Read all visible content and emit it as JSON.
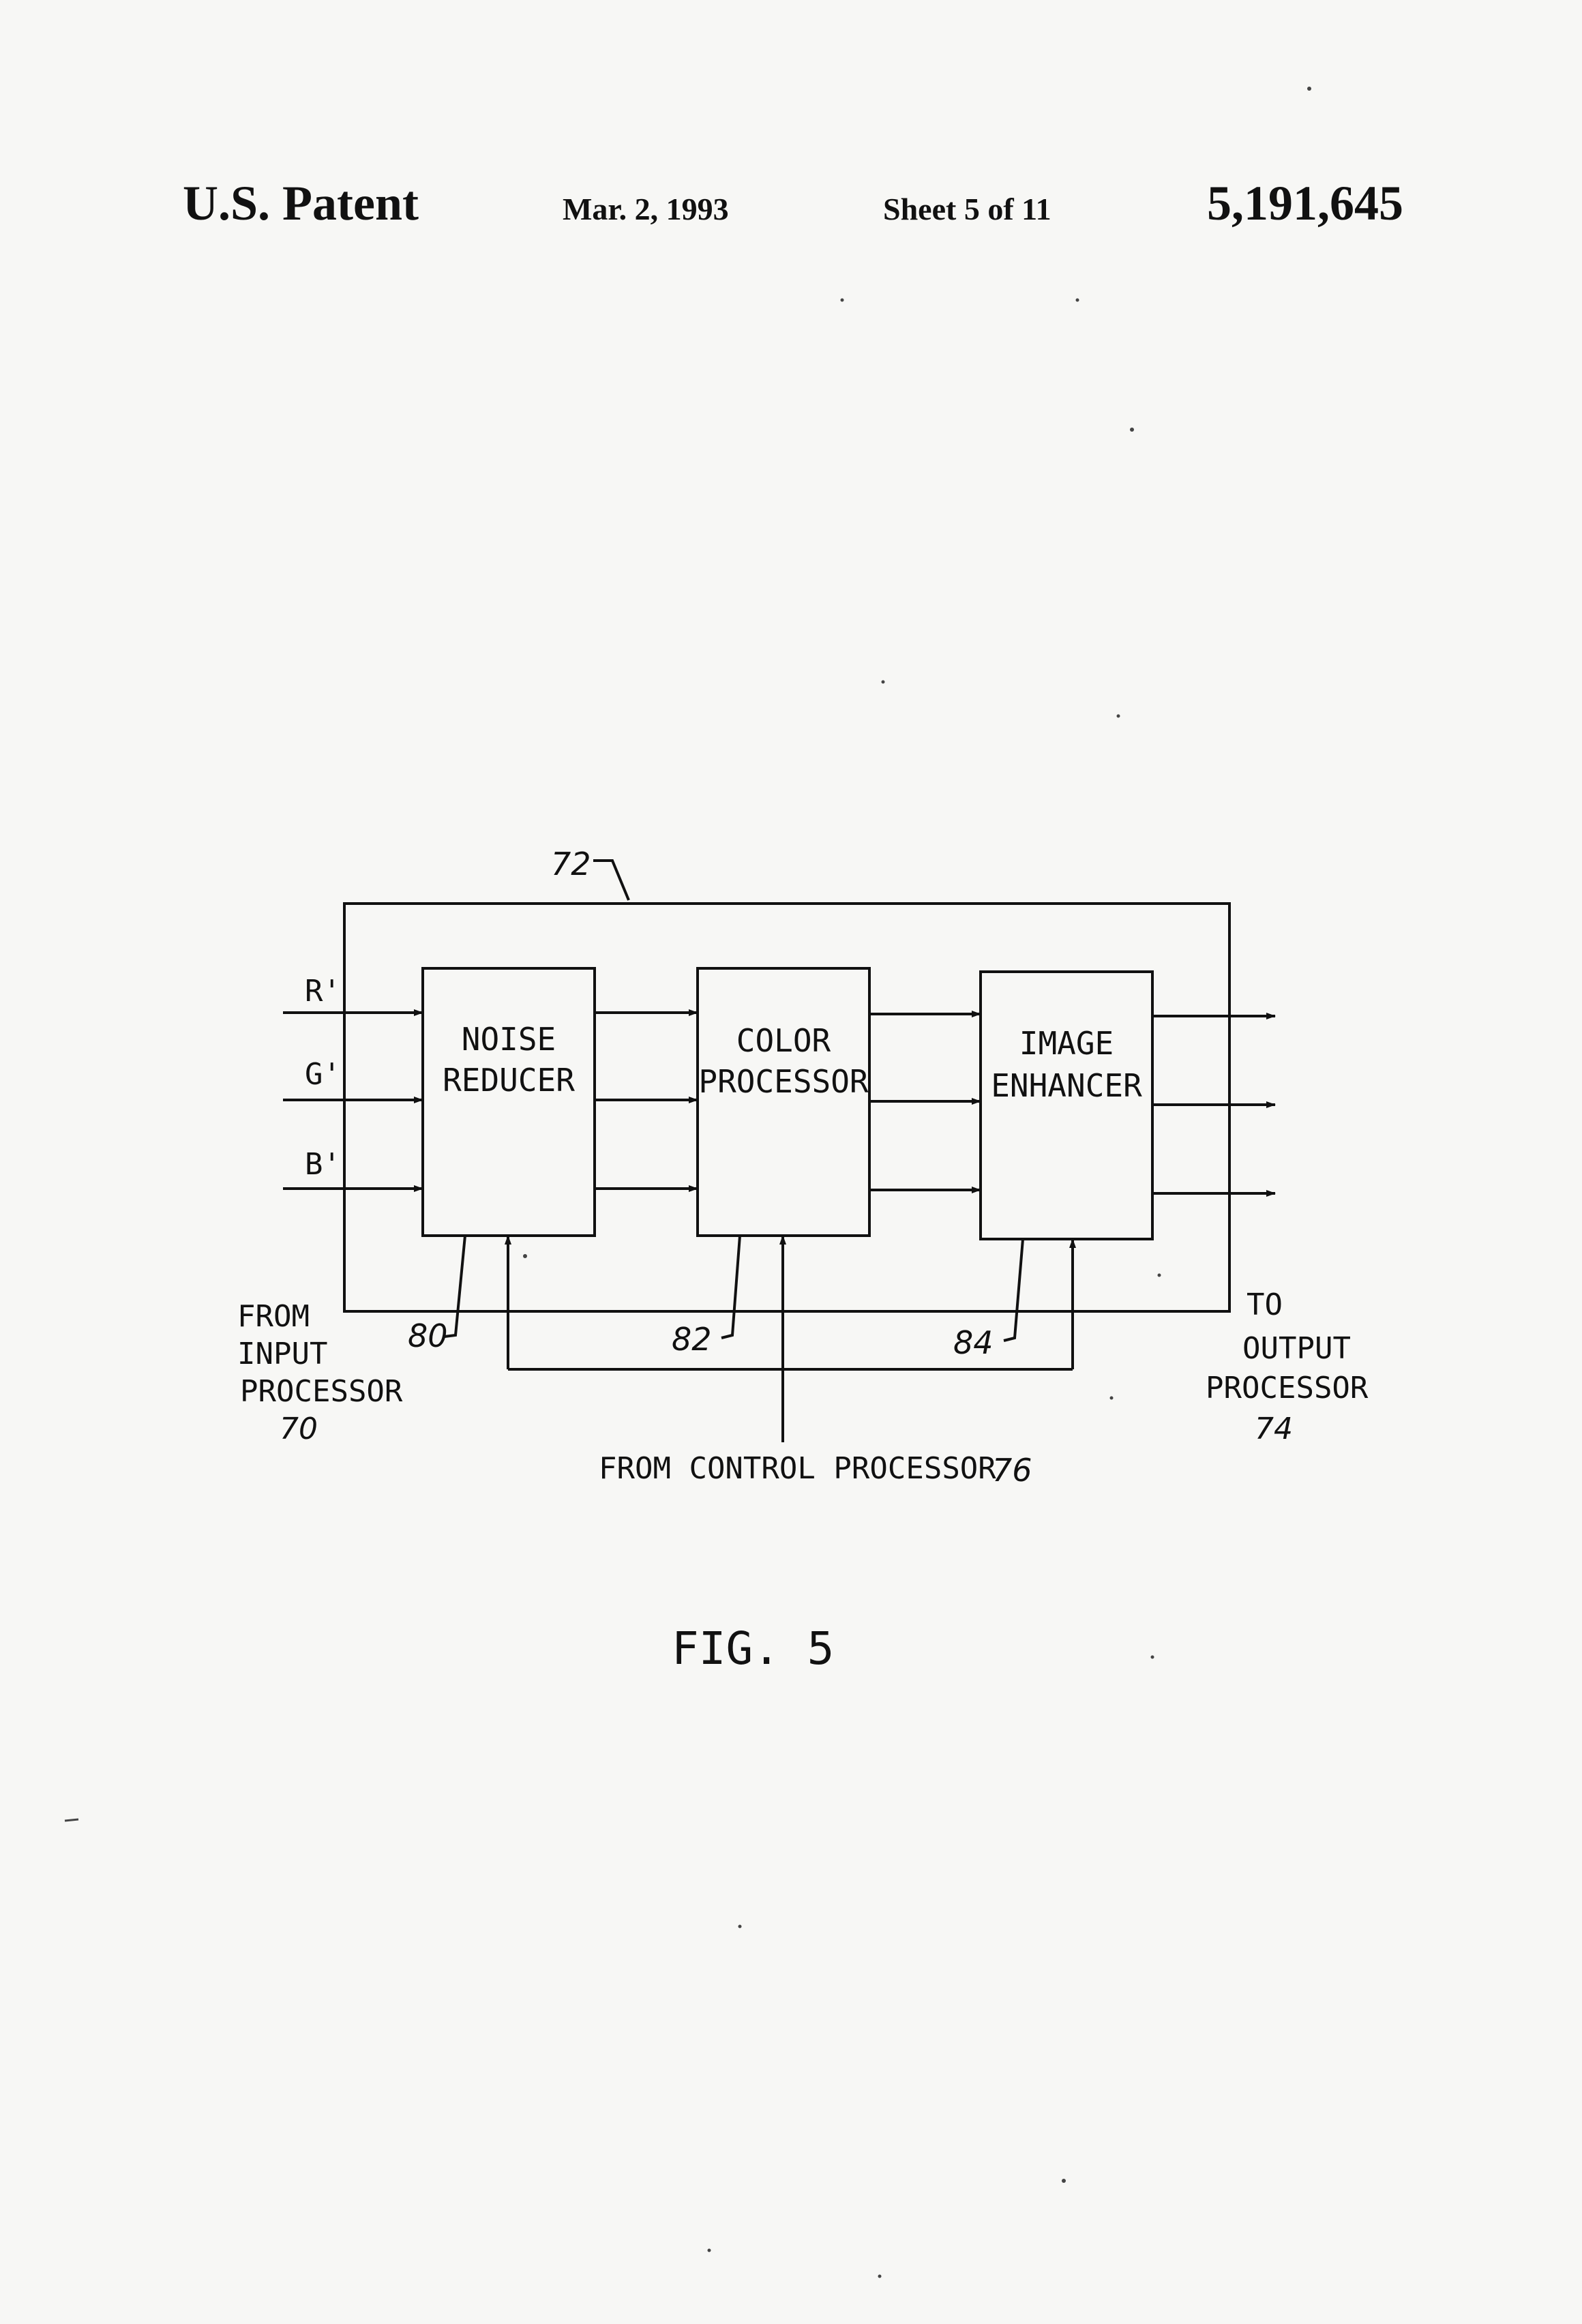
{
  "header": {
    "title": "U.S. Patent",
    "date": "Mar. 2, 1993",
    "sheet": "Sheet 5 of 11",
    "patent_number": "5,191,645"
  },
  "diagram": {
    "system_ref": "72",
    "inputs": [
      "R'",
      "G'",
      "B'"
    ],
    "blocks": [
      {
        "line1": "NOISE",
        "line2": "REDUCER",
        "ref": "80"
      },
      {
        "line1": "COLOR",
        "line2": "PROCESSOR",
        "ref": "82"
      },
      {
        "line1": "IMAGE",
        "line2": "ENHANCER",
        "ref": "84"
      }
    ],
    "input_source": {
      "line1": "FROM",
      "line2": "INPUT",
      "line3": "PROCESSOR",
      "ref": "70"
    },
    "output_dest": {
      "line1": "TO",
      "line2": "OUTPUT",
      "line3": "PROCESSOR",
      "ref": "74"
    },
    "control_source": {
      "text": "FROM CONTROL PROCESSOR",
      "ref": "76"
    }
  },
  "figure_caption": "FIG. 5"
}
